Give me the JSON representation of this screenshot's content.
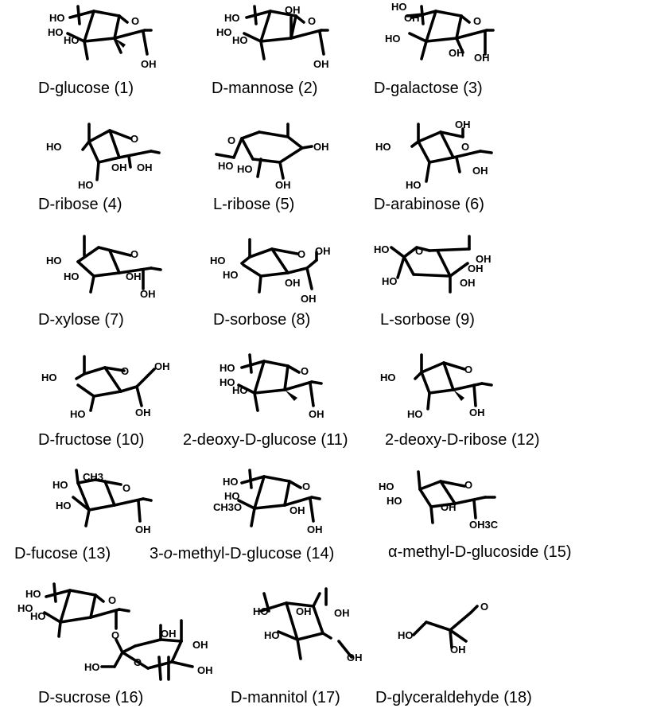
{
  "compounds": [
    {
      "name": "D-glucose (1)",
      "labels": {
        "a": "HO",
        "b": "HO",
        "c": "HO",
        "d": "O",
        "e": "OH"
      }
    },
    {
      "name": "D-mannose (2)",
      "labels": {
        "a": "HO",
        "b": "HO",
        "c": "HO",
        "d": "OH",
        "e": "O",
        "f": "OH"
      }
    },
    {
      "name": "D-galactose (3)",
      "labels": {
        "a": "HO",
        "b": "OH",
        "c": "HO",
        "d": "O",
        "e": "OH",
        "f": "OH"
      }
    },
    {
      "name": "D-ribose (4)",
      "labels": {
        "a": "HO",
        "b": "O",
        "c": "HO",
        "d": "OH",
        "e": "OH"
      }
    },
    {
      "name": "L-ribose (5)",
      "labels": {
        "a": "O",
        "b": "OH",
        "c": "HO",
        "d": "HO",
        "e": "OH"
      }
    },
    {
      "name": "D-arabinose (6)",
      "labels": {
        "a": "HO",
        "b": "OH",
        "c": "O",
        "d": "HO",
        "e": "OH"
      }
    },
    {
      "name": "D-xylose (7)",
      "labels": {
        "a": "HO",
        "b": "O",
        "c": "HO",
        "d": "OH",
        "e": "OH"
      }
    },
    {
      "name": "D-sorbose (8)",
      "labels": {
        "a": "HO",
        "b": "O",
        "c": "OH",
        "d": "HO",
        "e": "OH",
        "f": "OH"
      }
    },
    {
      "name": "L-sorbose (9)",
      "labels": {
        "a": "HO",
        "b": "O",
        "c": "OH",
        "d": "HO",
        "e": "OH",
        "f": "OH"
      }
    },
    {
      "name": "D-fructose (10)",
      "labels": {
        "a": "HO",
        "b": "O",
        "c": "OH",
        "d": "HO",
        "e": "OH"
      }
    },
    {
      "name": "2-deoxy-D-glucose (11)",
      "labels": {
        "a": "HO",
        "b": "HO",
        "c": "HO",
        "d": "O",
        "e": "OH"
      }
    },
    {
      "name": "2-deoxy-D-ribose (12)",
      "labels": {
        "a": "HO",
        "b": "O",
        "c": "HO",
        "d": "OH"
      }
    },
    {
      "name": "D-fucose (13)",
      "labels": {
        "a": "CH3",
        "b": "HO",
        "c": "O",
        "d": "HO",
        "e": "OH"
      }
    },
    {
      "name": "3-o-methyl-D-glucose (14)",
      "name_prefix": "3-",
      "name_italic": "o",
      "name_suffix": "-methyl-D-glucose (14)",
      "labels": {
        "a": "HO",
        "b": "HO",
        "c": "O",
        "d": "CH3O",
        "e": "OH",
        "f": "OH"
      }
    },
    {
      "name": "α-methyl-D-glucoside (15)",
      "labels": {
        "a": "HO",
        "b": "HO",
        "c": "O",
        "d": "OH",
        "e": "OH3C"
      }
    },
    {
      "name": "D-sucrose (16)",
      "labels": {
        "a": "HO",
        "b": "HO",
        "c": "HO",
        "d": "O",
        "e": "O",
        "f": "OH",
        "g": "OH",
        "h": "HO",
        "i": "O",
        "j": "OH"
      }
    },
    {
      "name": "D-mannitol (17)",
      "labels": {
        "a": "HO",
        "b": "OH",
        "c": "OH",
        "d": "HO",
        "e": "OH"
      }
    },
    {
      "name": "D-glyceraldehyde (18)",
      "labels": {
        "a": "O",
        "b": "HO",
        "c": "OH"
      }
    }
  ]
}
